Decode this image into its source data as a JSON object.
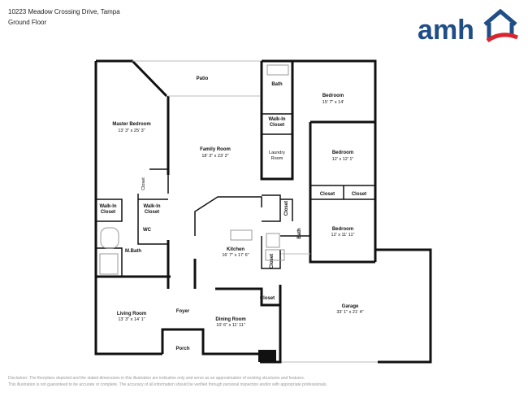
{
  "header": {
    "address": "10223 Meadow Crossing Drive, Tampa",
    "floor": "Ground Floor"
  },
  "logo": {
    "text": "amh",
    "brand_color": "#1f4e87",
    "accent_color": "#d7262f"
  },
  "rooms": {
    "patio": {
      "name": "Patio"
    },
    "master_bedroom": {
      "name": "Master Bedroom",
      "dims": "13' 3\" x 25' 3\""
    },
    "family_room": {
      "name": "Family Room",
      "dims": "18' 3\" x 23' 2\""
    },
    "bath1": {
      "name": "Bath"
    },
    "walkin_closet1": {
      "name": "Walk-In",
      "name2": "Closet"
    },
    "laundry": {
      "name": "Laundry",
      "name2": "Room"
    },
    "bedroom1": {
      "name": "Bedroom",
      "dims": "15' 7\" x 14'"
    },
    "bedroom2": {
      "name": "Bedroom",
      "dims": "12' x 12' 1\""
    },
    "closet_a": {
      "name": "Closet"
    },
    "closet_b": {
      "name": "Closet"
    },
    "closet_small": {
      "name": "Closet"
    },
    "walkin_closet2": {
      "name": "Walk-In",
      "name2": "Closet"
    },
    "walkin_closet3": {
      "name": "Walk-In",
      "name2": "Closet"
    },
    "wc": {
      "name": "WC"
    },
    "master_bath": {
      "name": "M.Bath"
    },
    "kitchen": {
      "name": "Kitchen",
      "dims": "16' 7\" x 17' 6\""
    },
    "closet_kitchen": {
      "name": "Closet"
    },
    "closet_kitchen2": {
      "name": "Closet"
    },
    "bath2": {
      "name": "Bath"
    },
    "bedroom3": {
      "name": "Bedroom",
      "dims": "12' x 11' 11\""
    },
    "closet_foyer": {
      "name": "Closet"
    },
    "living_room": {
      "name": "Living Room",
      "dims": "13' 3\" x 14' 1\""
    },
    "foyer": {
      "name": "Foyer"
    },
    "dining_room": {
      "name": "Dining Room",
      "dims": "10' 6\" x 11' 11\""
    },
    "garage": {
      "name": "Garage",
      "dims": "33' 1\" x 21' 4\""
    },
    "porch": {
      "name": "Porch"
    }
  },
  "disclaimer": {
    "line1": "Disclaimer: The floorplans depicted and the stated dimensions in this illustration are indicative only and serve as an approximation of existing structures and features.",
    "line2": "This illustration is not guaranteed to be accurate or complete. The accuracy of all information should be verified through personal inspection and/or with appropriate professionals."
  }
}
